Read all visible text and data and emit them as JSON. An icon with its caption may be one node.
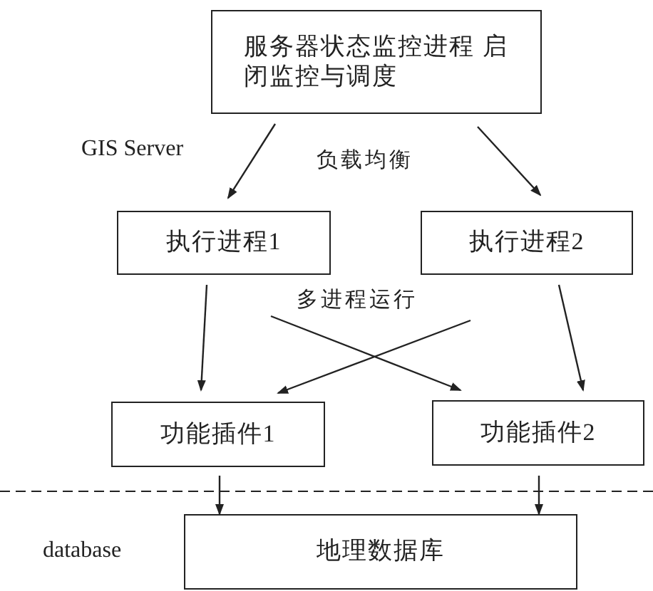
{
  "diagram": {
    "nodes": [
      {
        "text": [
          "服务器状态监控进程 启闭监控与调度"
        ]
      },
      {
        "text": [
          "执行进程1"
        ]
      },
      {
        "text": [
          "执行进程2"
        ]
      },
      {
        "text": [
          "功能插件1"
        ]
      },
      {
        "text": [
          "功能插件2"
        ]
      },
      {
        "text": [
          "地理数据库"
        ]
      }
    ],
    "edges": [
      {
        "from": 0,
        "to": 1,
        "arrow": "to"
      },
      {
        "from": 0,
        "to": 2,
        "arrow": "to"
      },
      {
        "from": 1,
        "to": 3,
        "arrow": "to"
      },
      {
        "from": 1,
        "to": 4,
        "arrow": "to"
      },
      {
        "from": 2,
        "to": 3,
        "arrow": "to"
      },
      {
        "from": 2,
        "to": 4,
        "arrow": "to"
      },
      {
        "from": 3,
        "to": 5,
        "arrow": "to"
      },
      {
        "from": 4,
        "to": 5,
        "arrow": "to"
      }
    ],
    "labels": [
      "GIS Server",
      "负载均衡",
      "多进程运行",
      "database"
    ]
  }
}
